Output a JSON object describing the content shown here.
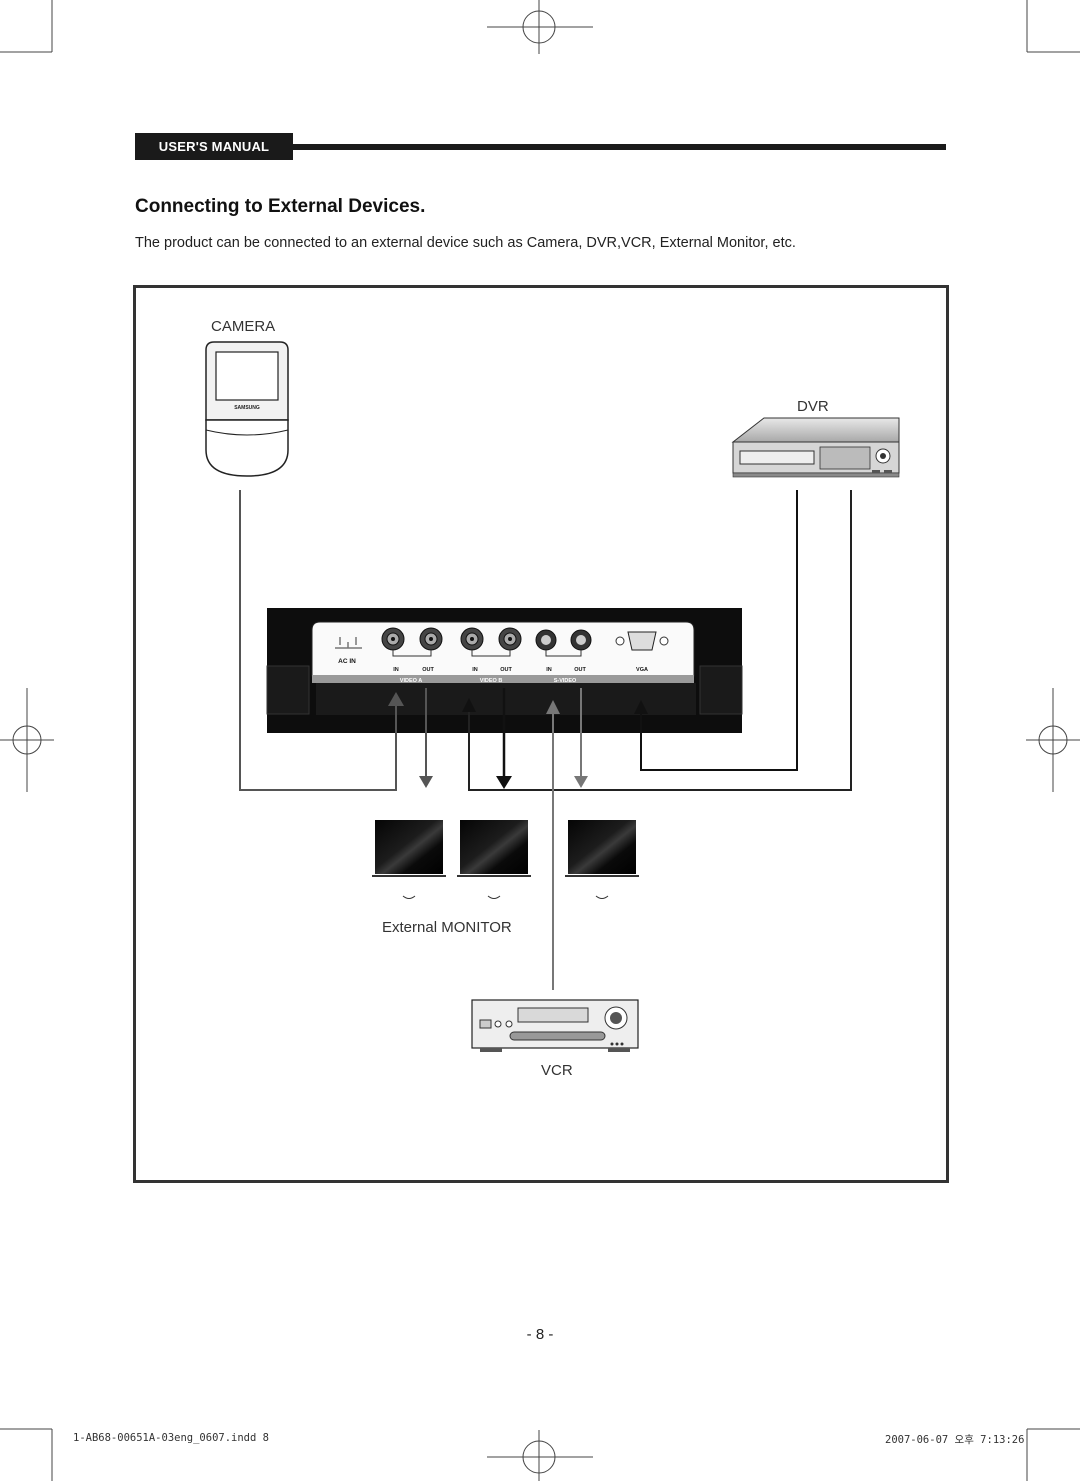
{
  "header": {
    "badge": "USER'S MANUAL"
  },
  "section": {
    "title": "Connecting to External Devices.",
    "intro": "The product can be connected to an external device such as Camera, DVR,VCR, External Monitor,  etc."
  },
  "diagram": {
    "camera_label": "CAMERA",
    "camera_brand": "SAMSUNG",
    "dvr_label": "DVR",
    "monitor_label": "External MONITOR",
    "vcr_label": "VCR",
    "panel": {
      "ac_in": "AC IN",
      "in": "IN",
      "out": "OUT",
      "video_a": "VIDEO A",
      "video_b": "VIDEO B",
      "s_video": "S-VIDEO",
      "vga": "VGA"
    }
  },
  "page_number": "- 8 -",
  "footer": {
    "file": "1-AB68-00651A-03eng_0607.indd   8",
    "timestamp": "2007-06-07   오후 7:13:26"
  }
}
